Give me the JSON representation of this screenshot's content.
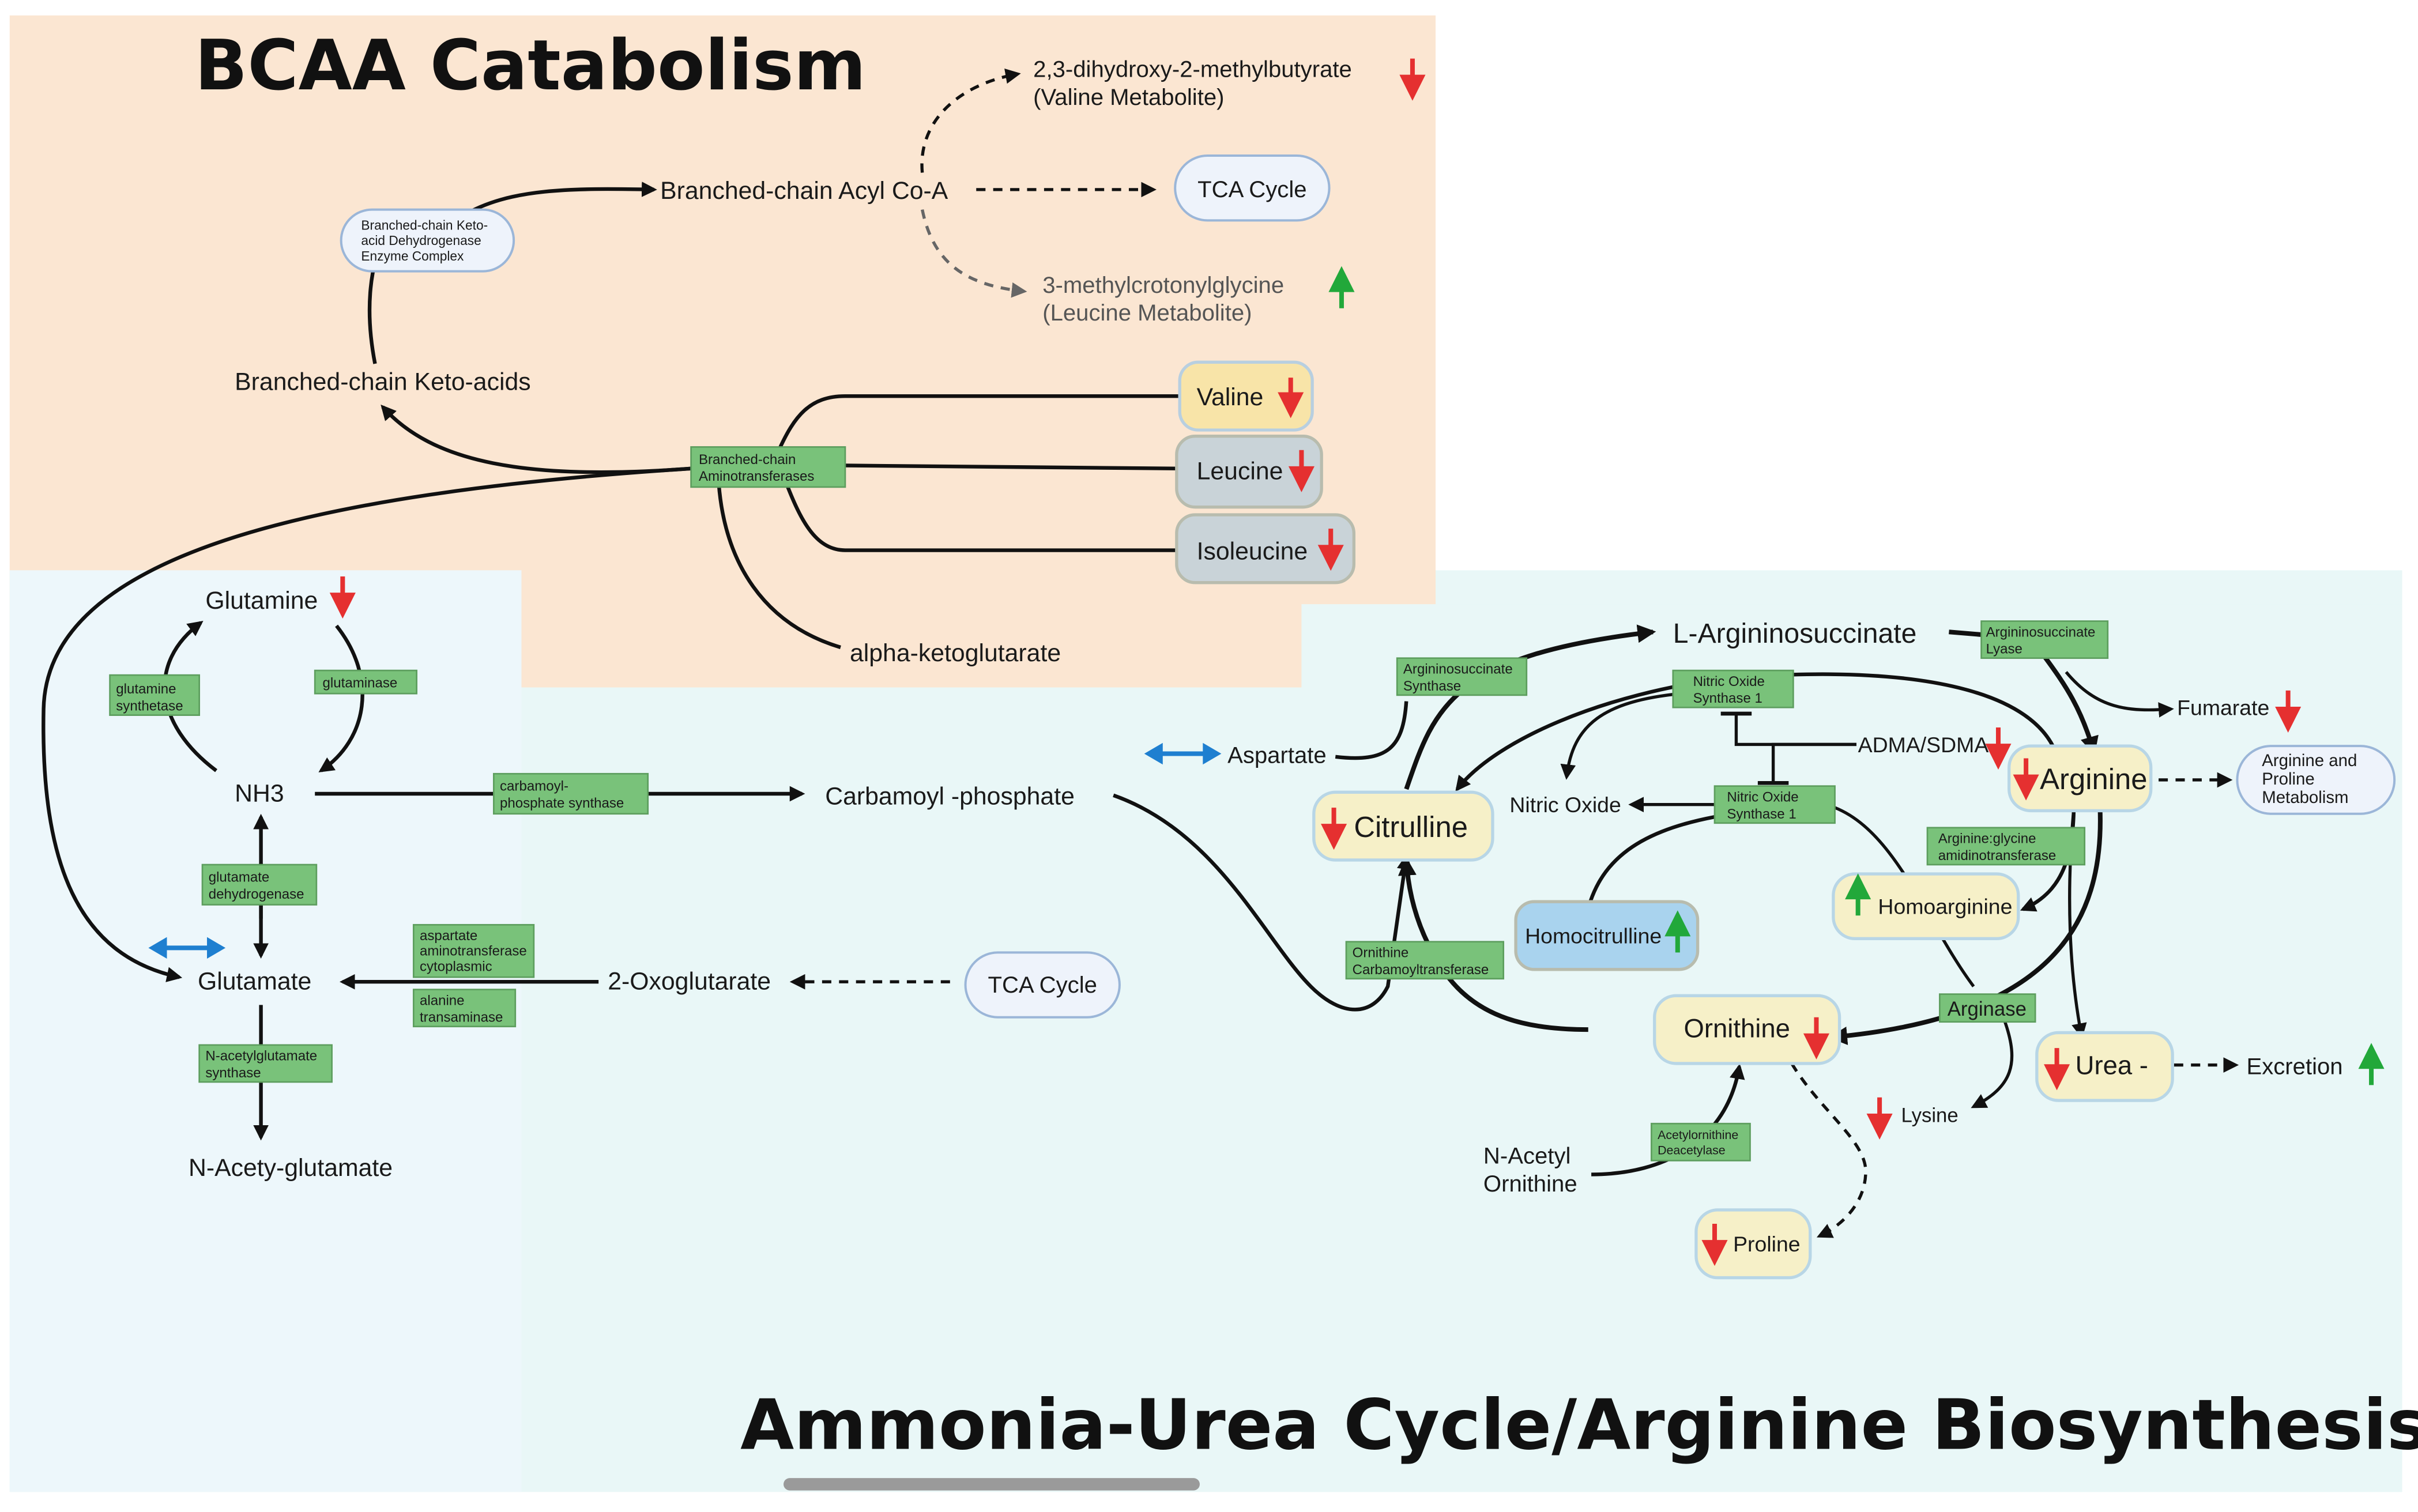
{
  "titles": {
    "bcaa": "BCAA Catabolism",
    "urea": "Ammonia-Urea Cycle/Arginine Biosynthesis"
  },
  "metabolites": {
    "dihydroxy_1": "2,3-dihydroxy-2-methylbutyrate",
    "dihydroxy_2": "(Valine Metabolite)",
    "acylcoa": "Branched-chain Acyl Co-A",
    "tca": "TCA Cycle",
    "methylcrotonyl_1": "3-methylcrotonylglycine",
    "methylcrotonyl_2": "(Leucine Metabolite)",
    "ketoacids": "Branched-chain Keto-acids",
    "valine": "Valine",
    "leucine": "Leucine",
    "isoleucine": "Isoleucine",
    "alpha_kg": "alpha-ketoglutarate",
    "glutamine": "Glutamine",
    "nh3": "NH3",
    "carbamoyl_p": "Carbamoyl -phosphate",
    "glutamate": "Glutamate",
    "oxoglutarate": "2-Oxoglutarate",
    "tca2": "TCA Cycle",
    "n_acety_glutamate": "N-Acety-glutamate",
    "aspartate": "Aspartate",
    "argininosuccinate": "L-Argininosuccinate",
    "fumarate": "Fumarate",
    "adma": "ADMA/SDMA",
    "arginine": "Arginine",
    "arg_pro_1": "Arginine and",
    "arg_pro_2": "Proline",
    "arg_pro_3": "Metabolism",
    "citrulline": "Citrulline",
    "nitric_oxide": "Nitric Oxide",
    "homocitrulline": "Homocitrulline",
    "homoarginine": "Homoarginine",
    "ornithine": "Ornithine",
    "urea": "Urea -",
    "excretion": "Excretion",
    "lysine": "Lysine",
    "n_acetyl_orn_1": "N-Acetyl",
    "n_acetyl_orn_2": "Ornithine",
    "proline": "Proline"
  },
  "enzymes": {
    "bckdh_1": "Branched-chain Keto-",
    "bckdh_2": "acid Dehydrogenase",
    "bckdh_3": "Enzyme Complex",
    "bcat_1": "Branched-chain",
    "bcat_2": "Aminotransferases",
    "gln_synth_1": "glutamine",
    "gln_synth_2": "synthetase",
    "glutaminase": "glutaminase",
    "cps_1": "carbamoyl-",
    "cps_2": "phosphate synthase",
    "gdh_1": "glutamate",
    "gdh_2": "dehydrogenase",
    "ast_1": "aspartate",
    "ast_2": "aminotransferase",
    "ast_3": "cytoplasmic",
    "alt_1": "alanine",
    "alt_2": "transaminase",
    "nags_1": "N-acetylglutamate",
    "nags_2": "synthase",
    "ass_1": "Argininosuccinate",
    "ass_2": "Synthase",
    "asl_1": "Argininosuccinate",
    "asl_2": "Lyase",
    "nos_a_1": "Nitric Oxide",
    "nos_a_2": "Synthase 1",
    "nos_b_1": "Nitric Oxide",
    "nos_b_2": "Synthase 1",
    "agat_1": "Arginine:glycine",
    "agat_2": "amidinotransferase",
    "otc_1": "Ornithine",
    "otc_2": "Carbamoyltransferase",
    "arginase": "Arginase",
    "acetylorn_1": "Acetylornithine",
    "acetylorn_2": "Deacetylase"
  },
  "colors": {
    "bcaa_bg": "#fbe6d2",
    "urea_bg": "#e9f7f7",
    "gln_bg": "#edf7fb",
    "enzyme_fill": "#79c27a",
    "yellow_node": "#f6f0c8",
    "grey_node": "#c9d3d8",
    "blue_node": "#a9d3ee",
    "oval_node": "#eef3fb",
    "down_arrow": "#e53030",
    "up_arrow": "#22a83a",
    "bidir_arrow": "#1e7fd0"
  }
}
